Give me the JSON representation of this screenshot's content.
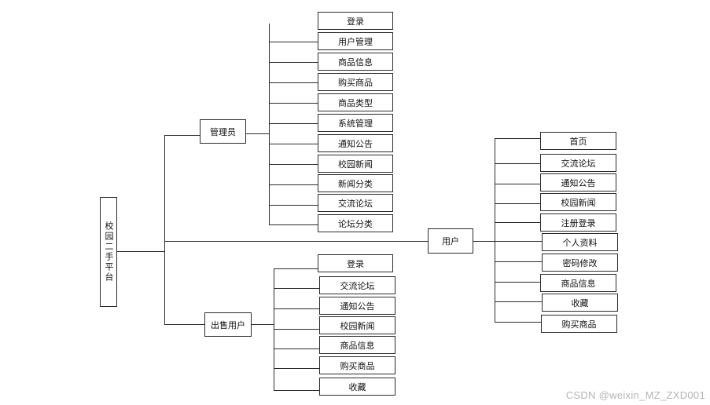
{
  "root": {
    "label": "校园二手平台"
  },
  "admin": {
    "label": "管理员",
    "items": [
      "登录",
      "用户管理",
      "商品信息",
      "购买商品",
      "商品类型",
      "系统管理",
      "通知公告",
      "校园新闻",
      "新闻分类",
      "交流论坛",
      "论坛分类"
    ]
  },
  "seller": {
    "label": "出售用户",
    "items": [
      "登录",
      "交流论坛",
      "通知公告",
      "校园新闻",
      "商品信息",
      "购买商品",
      "收藏"
    ]
  },
  "user": {
    "label": "用户",
    "items": [
      "首页",
      "交流论坛",
      "通知公告",
      "校园新闻",
      "注册登录",
      "个人资料",
      "密码修改",
      "商品信息",
      "收藏",
      "购买商品"
    ]
  },
  "watermark": "CSDN @weixin_MZ_ZXD001"
}
